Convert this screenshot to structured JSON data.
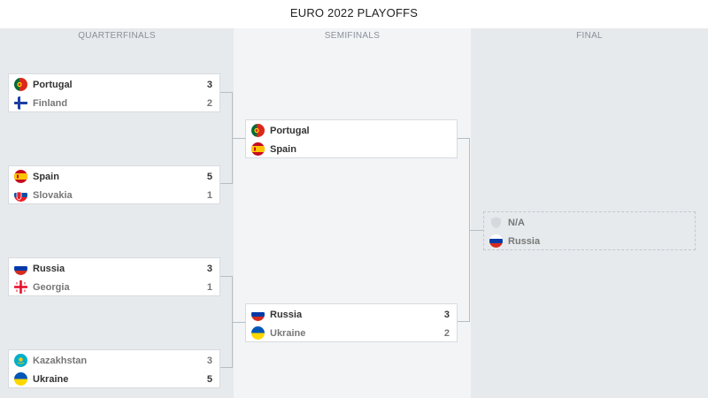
{
  "title": "EURO 2022 PLAYOFFS",
  "rounds": {
    "quarterfinals": "QUARTERFINALS",
    "semifinals": "SEMIFINALS",
    "final": "FINAL"
  },
  "quarterfinals": [
    {
      "team1": {
        "name": "Portugal",
        "flag": "portugal-flag",
        "score": "3",
        "winner": true
      },
      "team2": {
        "name": "Finland",
        "flag": "finland-flag",
        "score": "2",
        "winner": false
      }
    },
    {
      "team1": {
        "name": "Spain",
        "flag": "spain-flag",
        "score": "5",
        "winner": true
      },
      "team2": {
        "name": "Slovakia",
        "flag": "slovakia-flag",
        "score": "1",
        "winner": false
      }
    },
    {
      "team1": {
        "name": "Russia",
        "flag": "russia-flag",
        "score": "3",
        "winner": true
      },
      "team2": {
        "name": "Georgia",
        "flag": "georgia-flag",
        "score": "1",
        "winner": false
      }
    },
    {
      "team1": {
        "name": "Kazakhstan",
        "flag": "kazakhstan-flag",
        "score": "3",
        "winner": false
      },
      "team2": {
        "name": "Ukraine",
        "flag": "ukraine-flag",
        "score": "5",
        "winner": true
      }
    }
  ],
  "semifinals": [
    {
      "team1": {
        "name": "Portugal",
        "flag": "portugal-flag",
        "score": "",
        "winner": true
      },
      "team2": {
        "name": "Spain",
        "flag": "spain-flag",
        "score": "",
        "winner": true
      }
    },
    {
      "team1": {
        "name": "Russia",
        "flag": "russia-flag",
        "score": "3",
        "winner": true
      },
      "team2": {
        "name": "Ukraine",
        "flag": "ukraine-flag",
        "score": "2",
        "winner": false
      }
    }
  ],
  "final": {
    "team1": {
      "name": "N/A",
      "flag": "placeholder-shield-icon",
      "score": "",
      "winner": false
    },
    "team2": {
      "name": "Russia",
      "flag": "russia-flag",
      "score": "",
      "winner": false
    }
  },
  "colors": {
    "column_dark": "#e7eaed",
    "column_light": "#f2f4f6",
    "connector": "#b8bdc3",
    "winner_text": "#333333",
    "loser_text": "#777777"
  }
}
